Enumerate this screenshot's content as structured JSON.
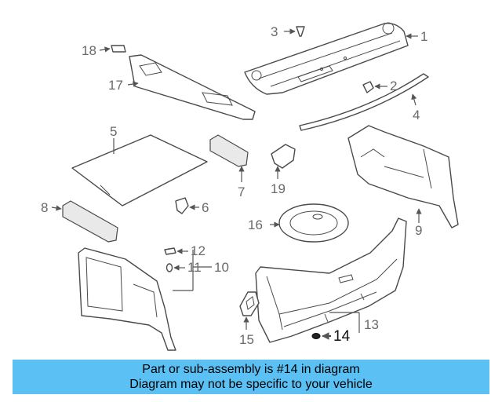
{
  "diagram": {
    "callouts": {
      "c1": "1",
      "c2": "2",
      "c3": "3",
      "c4": "4",
      "c5": "5",
      "c6": "6",
      "c7": "7",
      "c8": "8",
      "c9": "9",
      "c10": "10",
      "c11": "11",
      "c12": "12",
      "c13": "13",
      "c14": "14",
      "c15": "15",
      "c16": "16",
      "c17": "17",
      "c18": "18",
      "c19": "19"
    },
    "highlighted_part": "14",
    "colors": {
      "line": "#4a4a4a",
      "callout_text": "#6a6a6a",
      "highlight_text": "#111111"
    }
  },
  "banner": {
    "line1": "Part or sub-assembly is #14 in diagram",
    "line2": "Diagram may not be specific to your vehicle",
    "background": "#5bc0f4"
  }
}
